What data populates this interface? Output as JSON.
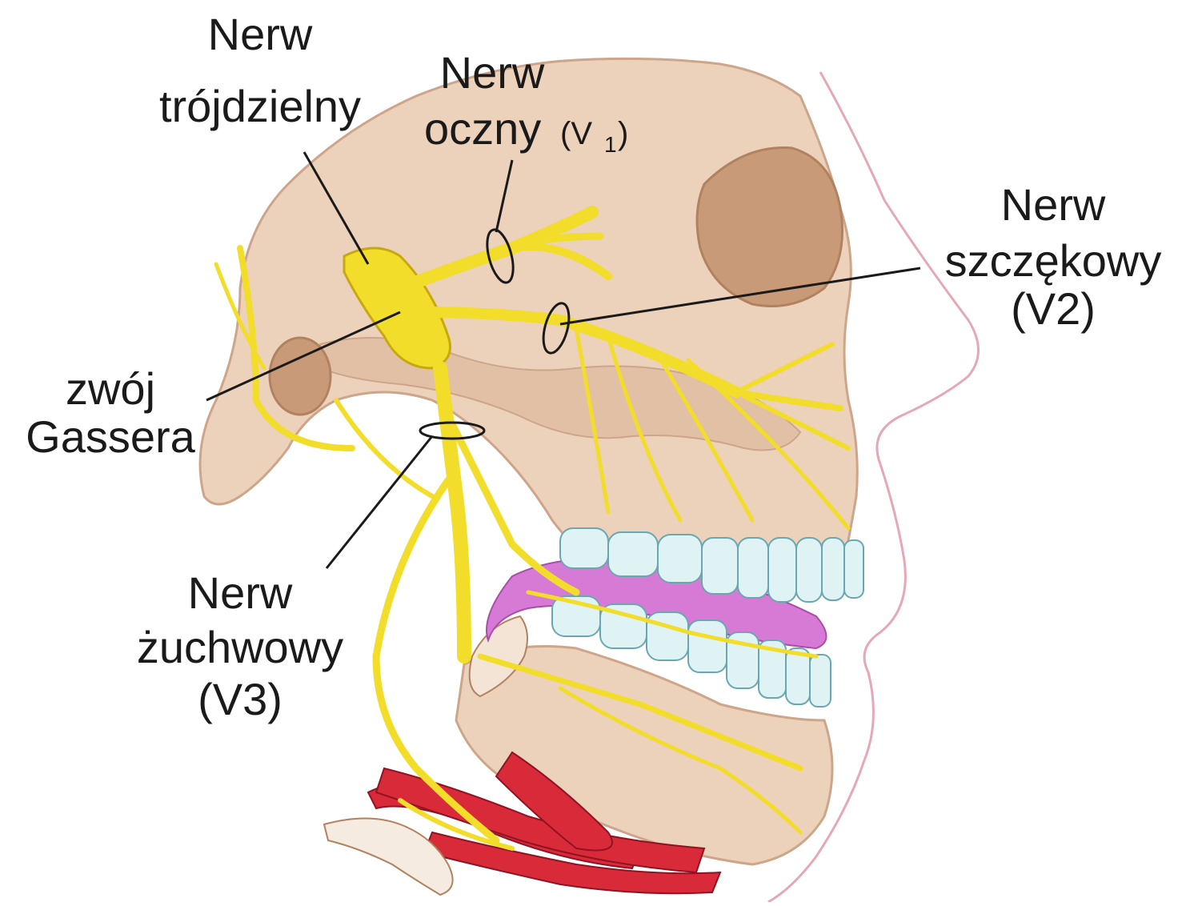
{
  "labels": {
    "trigeminal": {
      "line1": "Nerw",
      "line2": "trójdzielny"
    },
    "ophthalmic": {
      "line1": "Nerw",
      "line2": "oczny",
      "roman": "(V",
      "sub": "1",
      "close": ")"
    },
    "maxillary": {
      "line1": "Nerw",
      "line2": "szczękowy",
      "line3": "(V2)"
    },
    "ganglion": {
      "line1": "zwój",
      "line2": "Gassera"
    },
    "mandibular": {
      "line1": "Nerw",
      "line2": "żuchwowy",
      "line3": "(V3)"
    }
  },
  "colors": {
    "nerve": "#f2dd2a",
    "nerve_outline": "#c9a80e",
    "bone": "#ecd1bb",
    "bone_shadow": "#cda58a",
    "skin_outline": "#e4a9b6",
    "gum": "#d77ad6",
    "tooth": "#dff3f5",
    "muscle": "#d92a3a",
    "leader_line": "#1a1a1a"
  }
}
